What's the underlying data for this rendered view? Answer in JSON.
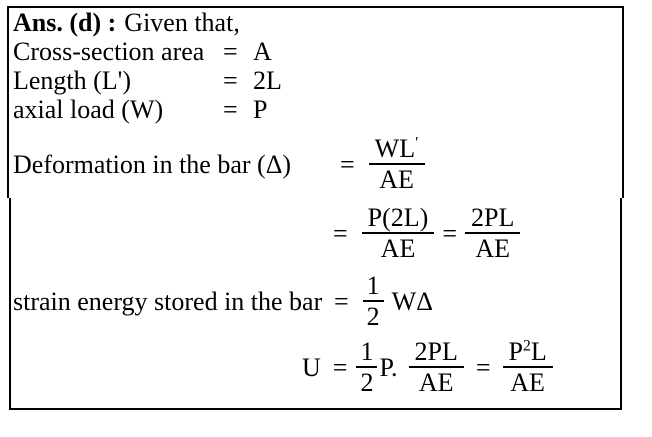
{
  "colors": {
    "background": "#ffffff",
    "text": "#000000",
    "border": "#000000"
  },
  "answer": {
    "label": "Ans. (d) :",
    "intro": "Given that,"
  },
  "givens": [
    {
      "label": "Cross-section area",
      "eq": "=",
      "value": "A"
    },
    {
      "label": "Length (L')",
      "eq": "=",
      "value": "2L"
    },
    {
      "label": "axial load (W)",
      "eq": "=",
      "value": "P"
    }
  ],
  "deformation": {
    "label": "Deformation in the bar (Δ)",
    "eq": "=",
    "frac": {
      "num": "WL",
      "num_sup": "′",
      "den": "AE"
    }
  },
  "deformation_step2": {
    "eq1": "=",
    "frac_a": {
      "num": "P(2L)",
      "den": "AE"
    },
    "eq2": "=",
    "frac_b": {
      "num": "2PL",
      "den": "AE"
    }
  },
  "strain_energy": {
    "label": "strain energy stored in the bar",
    "eq": "=",
    "frac_half": {
      "num": "1",
      "den": "2"
    },
    "term": "WΔ"
  },
  "final": {
    "lhs": "U",
    "eq1": "=",
    "frac_half": {
      "num": "1",
      "den": "2"
    },
    "factor": "P.",
    "frac_a": {
      "num": "2PL",
      "den": "AE"
    },
    "eq2": "=",
    "frac_b": {
      "num_base": "P",
      "num_sup": "2",
      "num_rest": "L",
      "den": "AE"
    }
  }
}
